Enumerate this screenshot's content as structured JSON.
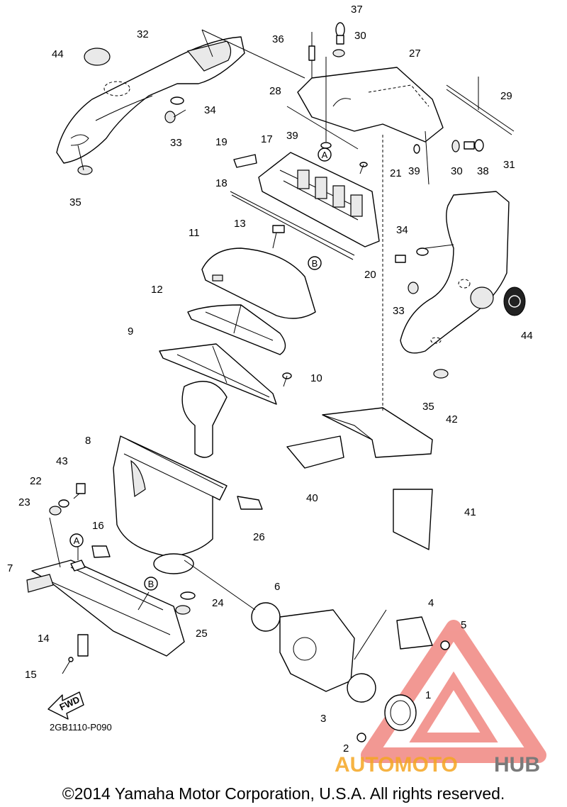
{
  "diagram": {
    "callouts": [
      "1",
      "2",
      "3",
      "4",
      "5",
      "6",
      "7",
      "8",
      "9",
      "10",
      "11",
      "12",
      "13",
      "14",
      "15",
      "16",
      "17",
      "18",
      "19",
      "20",
      "21",
      "22",
      "23",
      "24",
      "25",
      "26",
      "27",
      "28",
      "29",
      "30",
      "31",
      "32",
      "33",
      "34",
      "35",
      "36",
      "37",
      "38",
      "39",
      "40",
      "41",
      "42",
      "43",
      "44"
    ],
    "ref_a": "A",
    "ref_b": "B",
    "fwd_label": "FWD",
    "figure_code": "2GB1110-P090"
  },
  "watermark": {
    "part1": "AUTOMOTO",
    "part2": "HUB",
    "color_red": "#e8453c",
    "color_orange": "#f5a623",
    "color_gray": "#7a7a7a"
  },
  "footer": {
    "copyright": "©2014 Yamaha Motor Corporation, U.S.A. All rights reserved."
  }
}
